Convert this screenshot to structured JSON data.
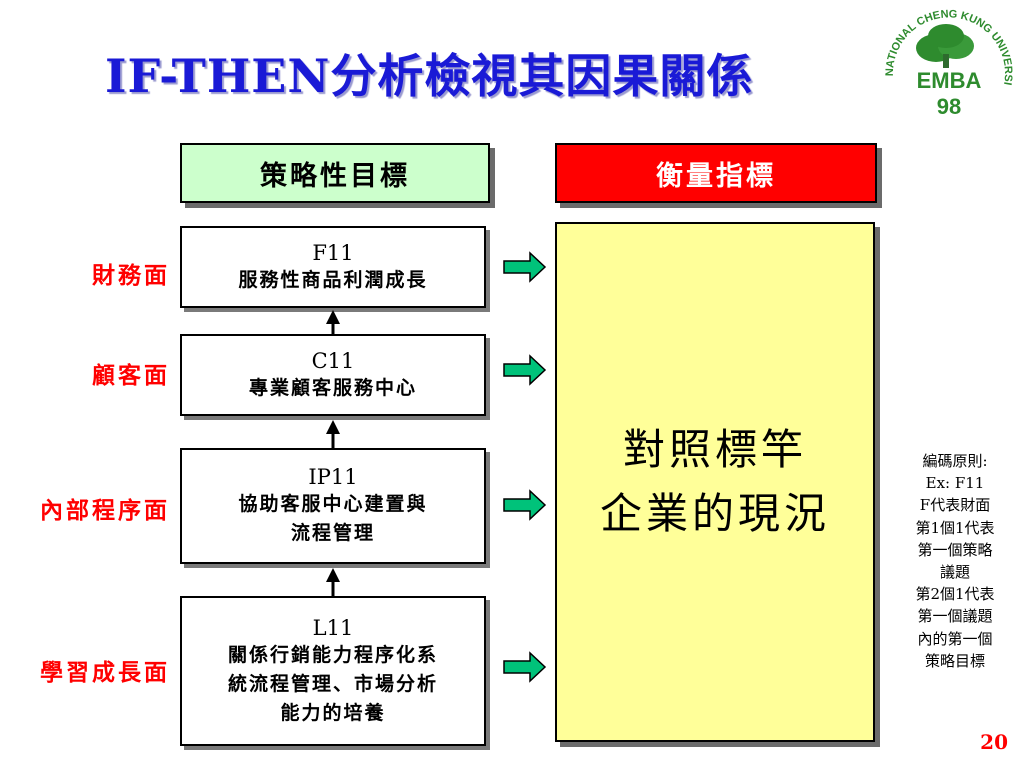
{
  "title": "IF-THEN分析檢視其因果關係",
  "logo": {
    "ring_text": "NATIONAL CHENG KUNG UNIVERSITY",
    "program": "EMBA",
    "year": "98"
  },
  "headers": {
    "strategy": "策略性目標",
    "measure": "衡量指標"
  },
  "perspectives": [
    {
      "label": "財務面",
      "code": "F11",
      "desc": [
        "服務性商品利潤成長"
      ]
    },
    {
      "label": "顧客面",
      "code": "C11",
      "desc": [
        "專業顧客服務中心"
      ]
    },
    {
      "label": "內部程序面",
      "code": "IP11",
      "desc": [
        "協助客服中心建置與",
        "流程管理"
      ]
    },
    {
      "label": "學習成長面",
      "code": "L11",
      "desc": [
        "關係行銷能力程序化系",
        "統流程管理、市場分析",
        "能力的培養"
      ]
    }
  ],
  "benchmark": {
    "line1": "對照標竿",
    "line2": "企業的現況"
  },
  "coding_note": [
    "編碼原則:",
    "Ex: F11",
    "F代表財面",
    "第1個1代表",
    "第一個策略",
    "議題",
    "第2個1代表",
    "第一個議題",
    "內的第一個",
    "策略目標"
  ],
  "page_number": "20",
  "colors": {
    "title": "#1a1ad6",
    "perspective_label": "#ff0000",
    "strategy_header": "#ccffcc",
    "measure_header": "#ff0000",
    "benchmark_fill": "#ffff99",
    "arrow_fill": "#00c27a",
    "logo_green": "#2e8b2e"
  }
}
